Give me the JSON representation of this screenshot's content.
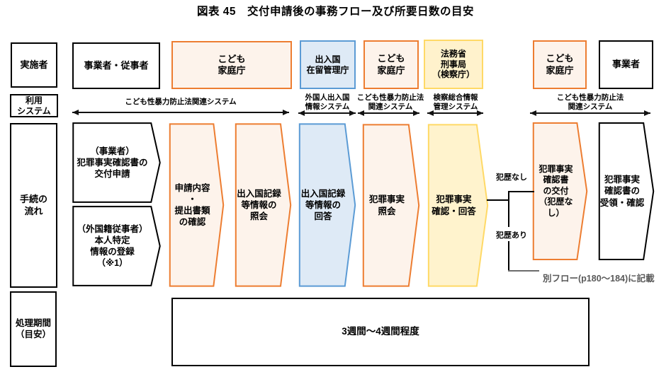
{
  "title": "図表 45　交付申請後の事務フロー及び所要日数の目安",
  "colors": {
    "orange_border": "#ED7D31",
    "orange_fill": "#FDF3EB",
    "blue_border": "#5B9BD5",
    "blue_fill": "#DEEAF6",
    "yellow_border": "#FFD966",
    "yellow_fill": "#FFF3CD",
    "black": "#000000",
    "note_gray": "#595959"
  },
  "rows": {
    "actors_label": "実施者",
    "systems_label": "利用\nシステム",
    "flow_label": "手続の\n流れ",
    "period_label": "処理期間\n（目安）"
  },
  "actors": [
    {
      "label": "事業者・従事者",
      "style": "black"
    },
    {
      "label": "こども\n家庭庁",
      "style": "orange"
    },
    {
      "label": "出入国\n在留管理庁",
      "style": "blue"
    },
    {
      "label": "こども\n家庭庁",
      "style": "orange"
    },
    {
      "label": "法務省\n刑事局\n（検察庁）",
      "style": "yellow"
    },
    {
      "label": "こども\n家庭庁",
      "style": "orange"
    },
    {
      "label": "事業者",
      "style": "black"
    }
  ],
  "systems": [
    {
      "label": "こども性暴力防止法関連システム"
    },
    {
      "label": "外国人出入国\n情報システム"
    },
    {
      "label": "こども性暴力防止法\n関連システム"
    },
    {
      "label": "検察総合情報\n管理システム"
    },
    {
      "label": "こども性暴力防止法\n関連システム"
    }
  ],
  "flow": {
    "steps": [
      {
        "label": "（事業者）\n犯罪事実確認書の\n交付申請",
        "style": "white"
      },
      {
        "label": "（外国籍従事者）\n本人特定\n情報の登録\n（※1）",
        "style": "white"
      },
      {
        "label": "申請内容\n・\n提出書類\nの確認",
        "style": "orange"
      },
      {
        "label": "出入国記録\n等情報の\n照会",
        "style": "orange"
      },
      {
        "label": "出入国記録\n等情報の\n回答",
        "style": "blue"
      },
      {
        "label": "犯罪事実\n照会",
        "style": "orange"
      },
      {
        "label": "犯罪事実\n確認・回答",
        "style": "yellow"
      },
      {
        "label": "犯罪事実\n確認書\nの交付\n（犯歴なし）",
        "style": "orange"
      },
      {
        "label": "犯罪事実\n確認書の\n受領・確認",
        "style": "white"
      }
    ]
  },
  "branch": {
    "no_record_label": "犯歴なし",
    "has_record_label": "犯歴あり",
    "note": "別フロー(p180～184)に記載"
  },
  "period": {
    "duration": "3週間～4週間程度"
  }
}
